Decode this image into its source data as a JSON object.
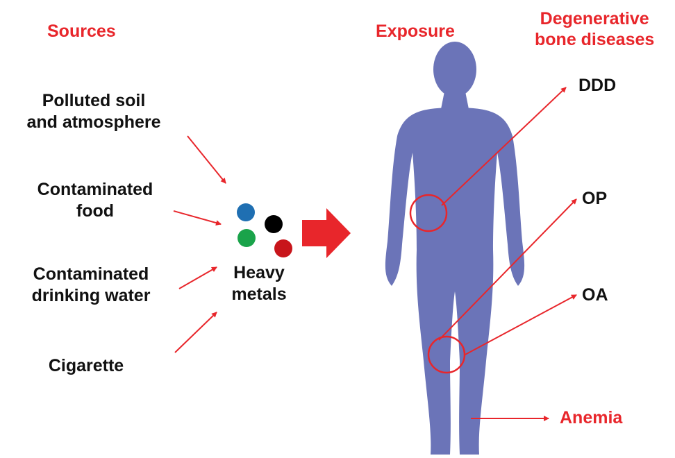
{
  "headings": {
    "sources": "Sources",
    "exposure": "Exposure",
    "diseases_line1": "Degenerative",
    "diseases_line2": "bone diseases"
  },
  "sources": [
    {
      "line1": "Polluted soil",
      "line2": "and atmosphere"
    },
    {
      "line1": "Contaminated",
      "line2": "food"
    },
    {
      "line1": "Contaminated",
      "line2": "drinking water"
    },
    {
      "line1": "Cigarette",
      "line2": ""
    }
  ],
  "heavy_metals": {
    "line1": "Heavy",
    "line2": "metals"
  },
  "diseases": {
    "ddd": "DDD",
    "op": "OP",
    "oa": "OA",
    "anemia": "Anemia"
  },
  "colors": {
    "accent_red": "#e8262b",
    "body_silhouette": "#6b74b8",
    "dot_blue": "#1f6fb2",
    "dot_black": "#000000",
    "dot_green": "#1aa34a",
    "dot_red": "#c8151b"
  }
}
